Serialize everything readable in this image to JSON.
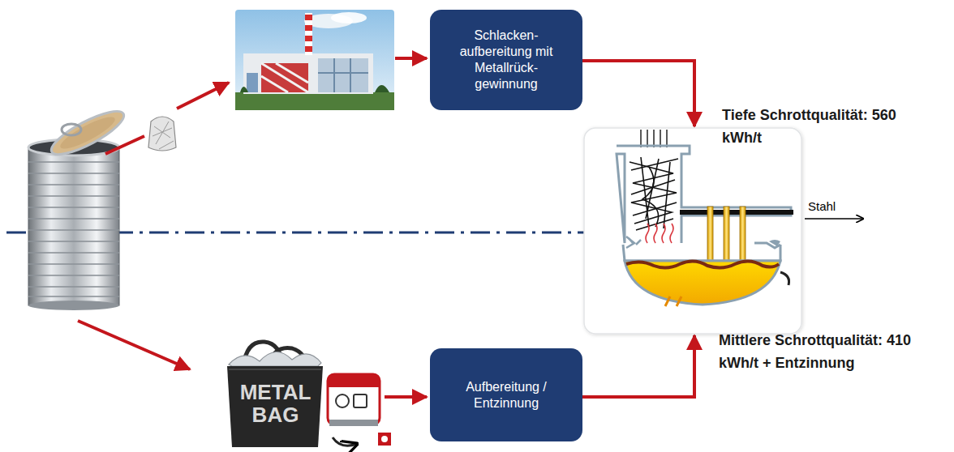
{
  "diagram": {
    "nodes": [
      {
        "text": [
          "Schlacken- aufbereitung mit Metallrück- gewinnung"
        ]
      },
      {
        "text": [
          "Aufbereitung / Entzinnung"
        ]
      }
    ],
    "labels": [
      "Tiefe Schrottqualität: 560 kWh/t",
      "Stahl",
      "Mittlere Schrottqualität: 410 kWh/t + Entzinnung",
      "METAL BAG"
    ]
  }
}
